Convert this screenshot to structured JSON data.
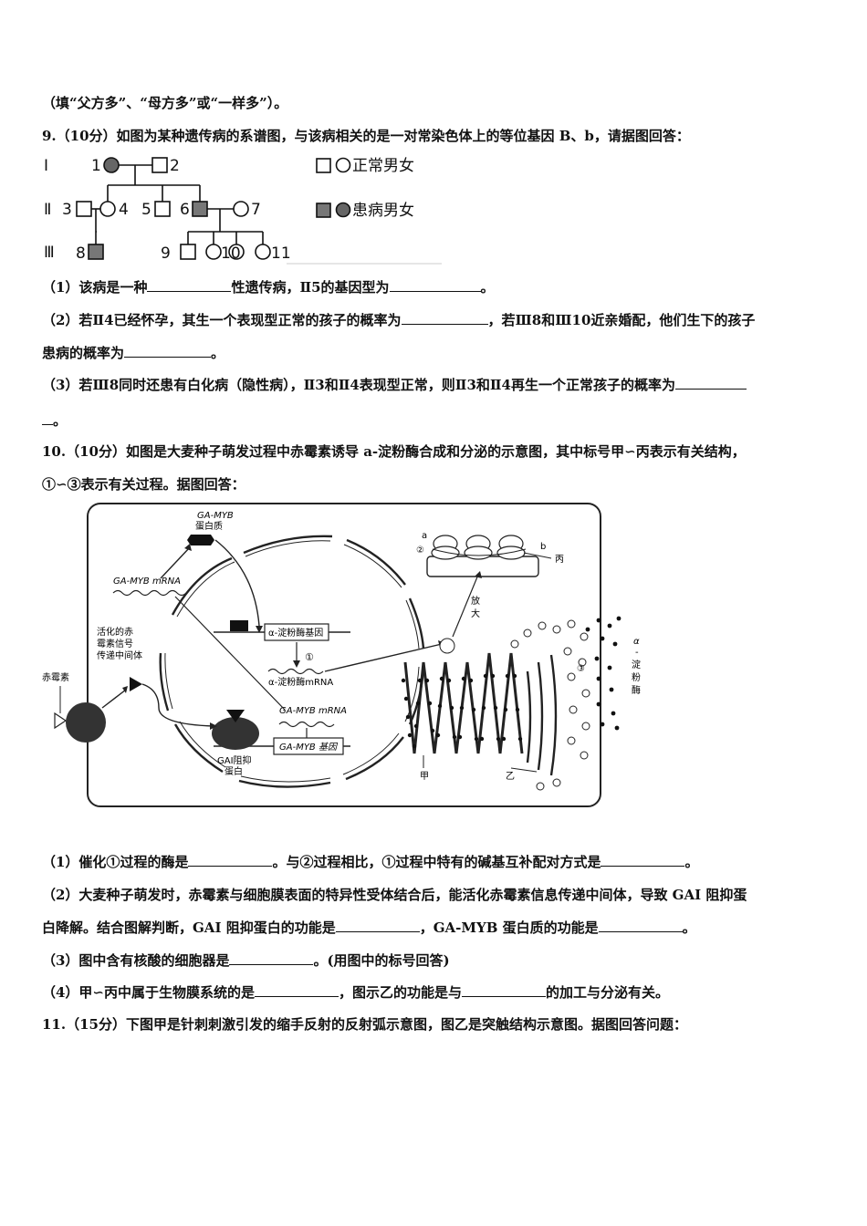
{
  "lines": {
    "l0": "（填“父方多”、“母方多”或“一样多”）。",
    "q9": "9.（10分）如图为某种遗传病的系谱图，与该病相关的是一对常染色体上的等位基因 B、b，请据图回答：",
    "q9_1a": "（1）该病是一种",
    "q9_1b": "性遗传病，Ⅱ5的基因型为",
    "q9_1c": "。",
    "q9_2a": "（2）若Ⅱ4已经怀孕，其生一个表现型正常的孩子的概率为",
    "q9_2b": "，若Ⅲ8和Ⅲ10近亲婚配，他们生下的孩子",
    "q9_2c": "患病的概率为",
    "q9_2d": "。",
    "q9_3a": "（3）若Ⅲ8同时还患有白化病（隐性病），Ⅱ3和Ⅱ4表现型正常，则Ⅱ3和Ⅱ4再生一个正常孩子的概率为",
    "q9_3b": "。",
    "q10": "10.（10分）如图是大麦种子萌发过程中赤霉素诱导 a-淀粉酶合成和分泌的示意图，其中标号甲∽丙表示有关结构，",
    "q10b": "①∽③表示有关过程。据图回答：",
    "q10_1a": "（1）催化①过程的酶是",
    "q10_1b": "。与②过程相比，①过程中特有的碱基互补配对方式是",
    "q10_1c": "。",
    "q10_2a": "（2）大麦种子萌发时，赤霉素与细胞膜表面的特异性受体结合后，能活化赤霉素信息传递中间体，导致 GAI 阻抑蛋",
    "q10_2b": "白降解。结合图解判断，GAI 阻抑蛋白的功能是",
    "q10_2c": "，GA-MYB 蛋白质的功能是",
    "q10_2d": "。",
    "q10_3a": "（3）图中含有核酸的细胞器是",
    "q10_3b": "。(用图中的标号回答)",
    "q10_4a": "（4）甲∽丙中属于生物膜系统的是",
    "q10_4b": "，图示乙的功能是与",
    "q10_4c": "的加工与分泌有关。",
    "q11": "11.（15分）下图甲是针刺刺激引发的缩手反射的反射弧示意图，图乙是突触结构示意图。据图回答问题："
  },
  "pedigree": {
    "gen1": "Ⅰ",
    "gen2": "Ⅱ",
    "gen3": "Ⅲ",
    "n1": "1",
    "n2": "2",
    "n3": "3",
    "n4": "4",
    "n5": "5",
    "n6": "6",
    "n7": "7",
    "n8": "8",
    "n9": "9",
    "n10": "10",
    "n11": "11",
    "legend_normal": "正常男女",
    "legend_affected": "患病男女"
  },
  "cell": {
    "ga_myb_protein_1": "GA-MYB",
    "ga_myb_protein_2": "蛋白质",
    "ga_myb_mrna_top": "GA-MYB mRNA",
    "activated_1": "活化的赤",
    "activated_2": "霉素信号",
    "activated_3": "传递中间体",
    "gibberellin": "赤霉素",
    "amylase_gene": "α-淀粉酶基因",
    "step1": "①",
    "amylase_mrna": "α-淀粉酶mRNA",
    "ga_myb_mrna": "GA-MYB mRNA",
    "ga_myb_gene": "GA-MYB 基因",
    "gai_1": "GAI阻抑",
    "gai_2": "蛋白",
    "label_a": "a",
    "label_b": "b",
    "step2": "②",
    "bing": "丙",
    "enlarge_1": "放",
    "enlarge_2": "大",
    "jia": "甲",
    "yi": "乙",
    "step3": "③",
    "amylase_1": "α",
    "amylase_2": "-",
    "amylase_3": "淀",
    "amylase_4": "粉",
    "amylase_5": "酶"
  }
}
